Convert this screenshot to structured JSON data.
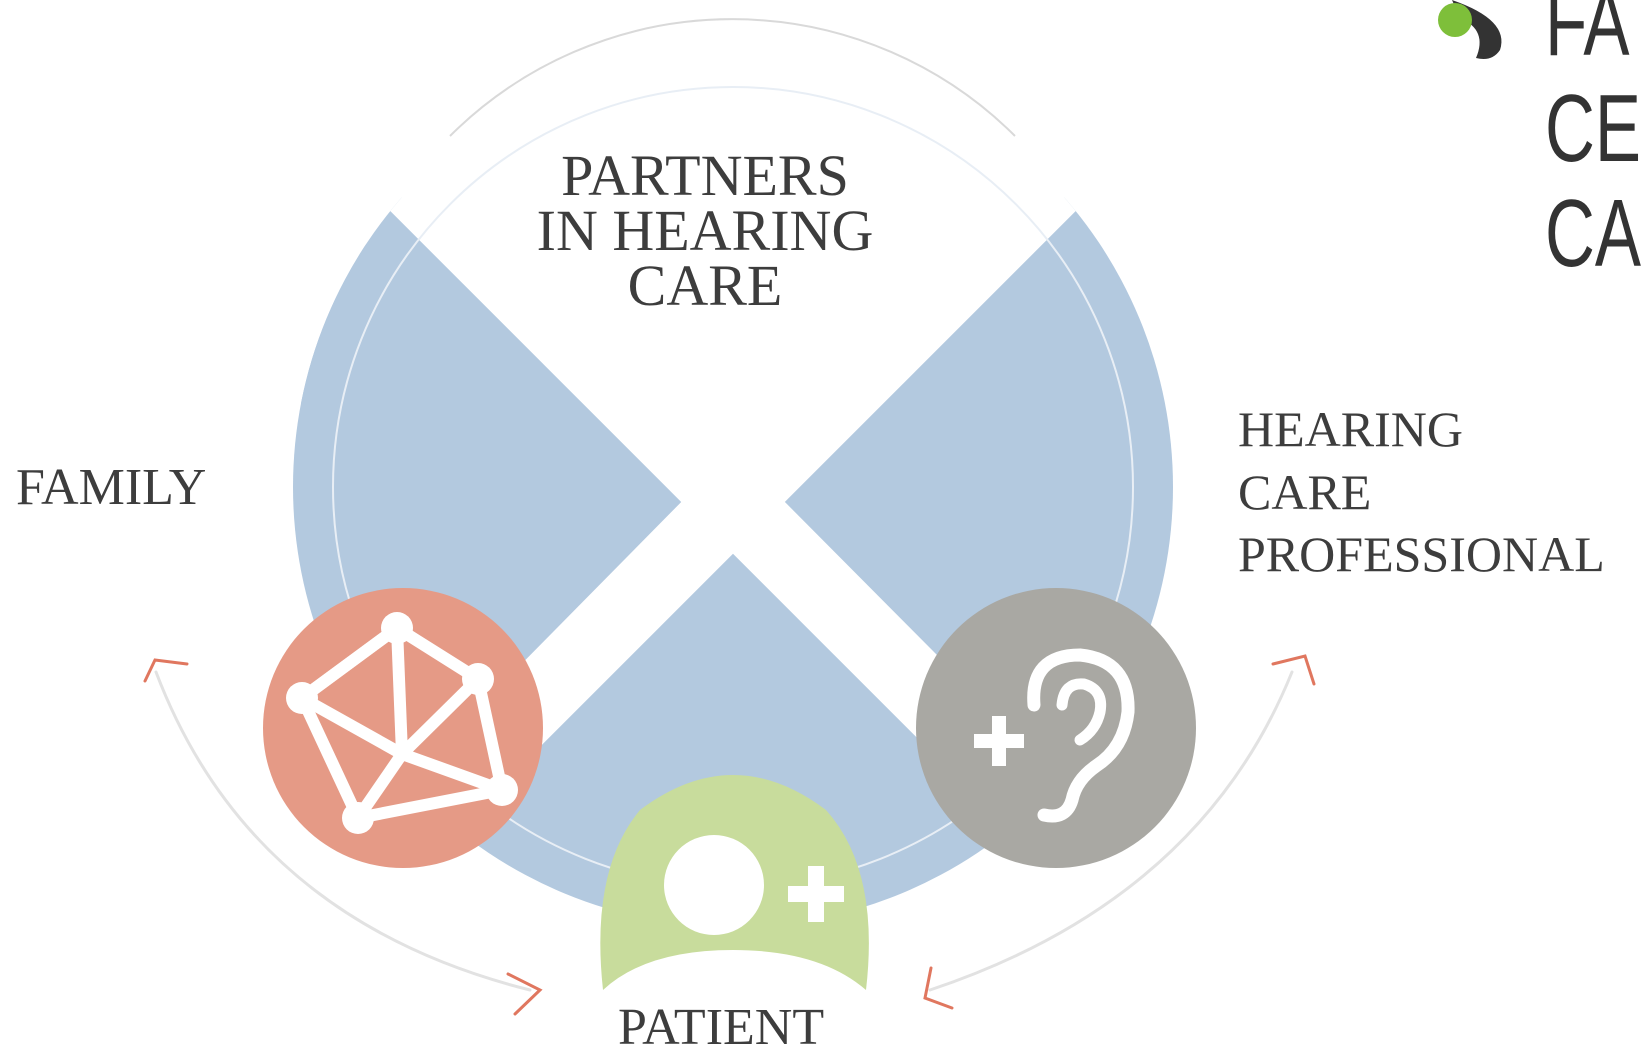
{
  "diagram": {
    "title_lines": [
      "PARTNERS",
      "IN HEARING",
      "CARE"
    ],
    "family_label": "FAMILY",
    "hcp_label_lines": [
      "HEARING",
      "CARE",
      "PROFESSIONAL"
    ],
    "patient_label": "PATIENT"
  },
  "brand": {
    "text_lines": [
      "FA",
      "CE",
      "CA"
    ],
    "dot_color": "#7ebf3a",
    "mark_color": "#333333"
  },
  "icons": {
    "family": "network-icon",
    "hearing_care_professional": "ear-plus-icon",
    "patient": "person-plus-icon"
  },
  "colors": {
    "wedge": "#b3c9df",
    "family": "#e59a86",
    "hcp": "#a9a8a3",
    "patient": "#c8dc9c",
    "arrow": "#e0775f",
    "text": "#3d3d3d"
  }
}
